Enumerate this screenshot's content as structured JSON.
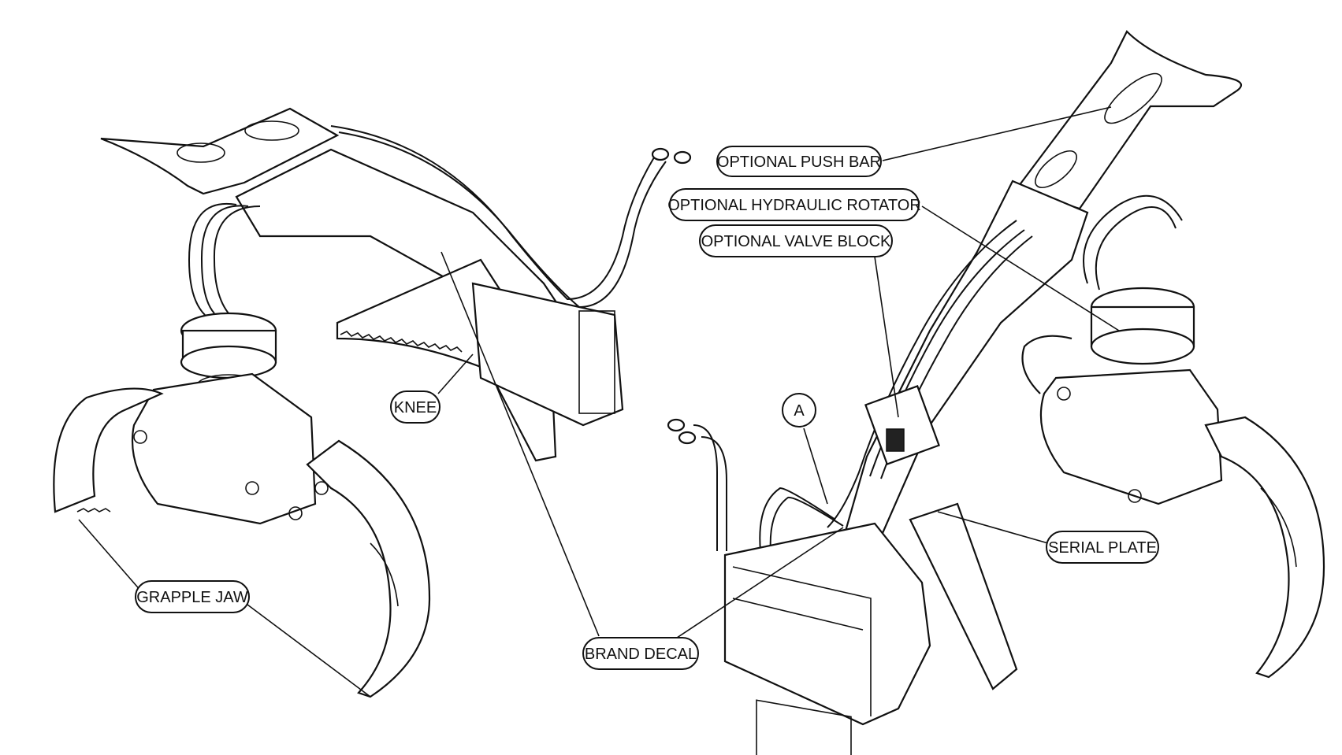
{
  "labels": {
    "optional_push_bar": "OPTIONAL PUSH BAR",
    "optional_hydraulic_rotator": "OPTIONAL HYDRAULIC ROTATOR",
    "optional_valve_block": "OPTIONAL VALVE BLOCK",
    "knee": "KNEE",
    "grapple_jaw": "GRAPPLE JAW",
    "brand_decal": "BRAND DECAL",
    "serial_plate": "SERIAL PLATE",
    "detail_marker": "A"
  }
}
